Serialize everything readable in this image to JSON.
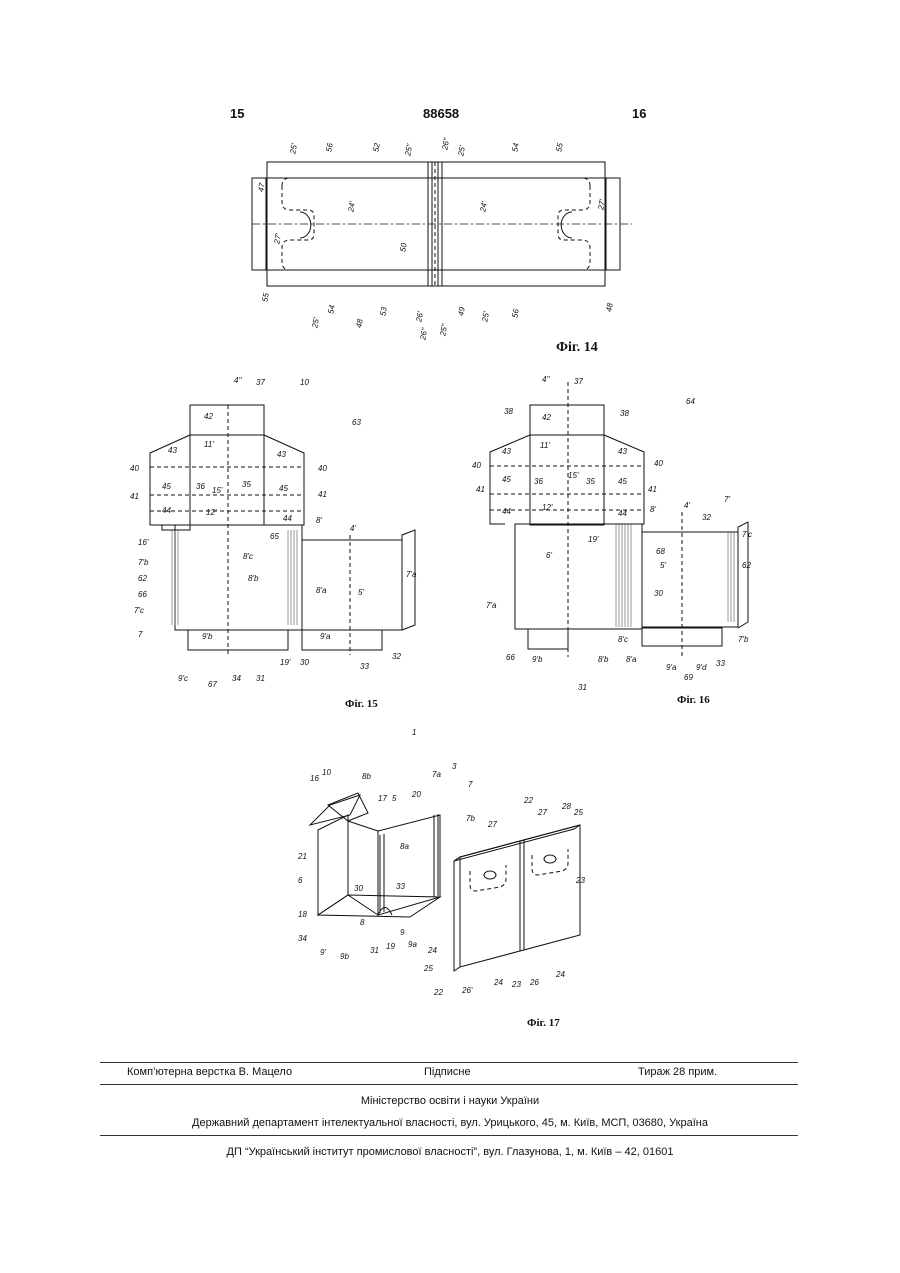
{
  "header": {
    "left_page": "15",
    "doc_number": "88658",
    "right_page": "16"
  },
  "figures": {
    "fig14": {
      "caption": "Фіг. 14",
      "labels": [
        "25'",
        "56",
        "52",
        "25''",
        "26''",
        "25'",
        "54",
        "55",
        "47",
        "24'",
        "24'",
        "27'",
        "27'",
        "50",
        "55",
        "25'",
        "54",
        "48",
        "53",
        "26'",
        "26''",
        "25''",
        "49",
        "25'",
        "56",
        "48"
      ]
    },
    "fig15": {
      "caption": "Фіг. 15",
      "labels": [
        "4''",
        "37",
        "10",
        "42",
        "63",
        "11'",
        "43",
        "43",
        "40",
        "40",
        "36",
        "15'",
        "35",
        "45",
        "45",
        "41",
        "41",
        "44",
        "12'",
        "44",
        "8'",
        "16'",
        "65",
        "4'",
        "8'c",
        "7'b",
        "62",
        "8'b",
        "66",
        "8'a",
        "5'",
        "7'a",
        "7'c",
        "7",
        "9'b",
        "9'a",
        "9'c",
        "67",
        "34",
        "31",
        "19'",
        "30",
        "33",
        "32"
      ]
    },
    "fig16": {
      "caption": "Фіг. 16",
      "labels": [
        "4''",
        "37",
        "64",
        "38",
        "42",
        "38",
        "11'",
        "40",
        "43",
        "43",
        "40",
        "41",
        "45",
        "36",
        "15'",
        "35",
        "45",
        "41",
        "44",
        "12'",
        "44",
        "8'",
        "4'",
        "7'",
        "32",
        "19'",
        "6'",
        "68",
        "7'c",
        "5'",
        "62",
        "30",
        "7'a",
        "66",
        "9'b",
        "31",
        "8'b",
        "8'c",
        "8'a",
        "9'a",
        "9'd",
        "69",
        "33",
        "7'b"
      ]
    },
    "fig17": {
      "caption": "Фіг. 17",
      "labels": [
        "1",
        "10",
        "8b",
        "17",
        "5",
        "20",
        "7a",
        "3",
        "7",
        "16",
        "7b",
        "22",
        "27",
        "28",
        "25",
        "27",
        "8a",
        "21",
        "6",
        "30",
        "33",
        "23",
        "18",
        "34",
        "8",
        "31",
        "19",
        "9",
        "9a",
        "9'",
        "9b",
        "24",
        "25",
        "22",
        "26'",
        "24",
        "23",
        "26",
        "24"
      ]
    }
  },
  "footer": {
    "layout_credit": "Комп’ютерна верстка В. Мацело",
    "signed": "Підписне",
    "print_run": "Тираж 28 прим.",
    "ministry": "Міністерство освіти і науки України",
    "department": "Державний департамент інтелектуальної власності, вул. Урицького, 45, м. Київ, МСП, 03680, Україна",
    "institute": "ДП “Український інститут промислової власності”, вул. Глазунова, 1, м. Київ – 42, 01601"
  }
}
